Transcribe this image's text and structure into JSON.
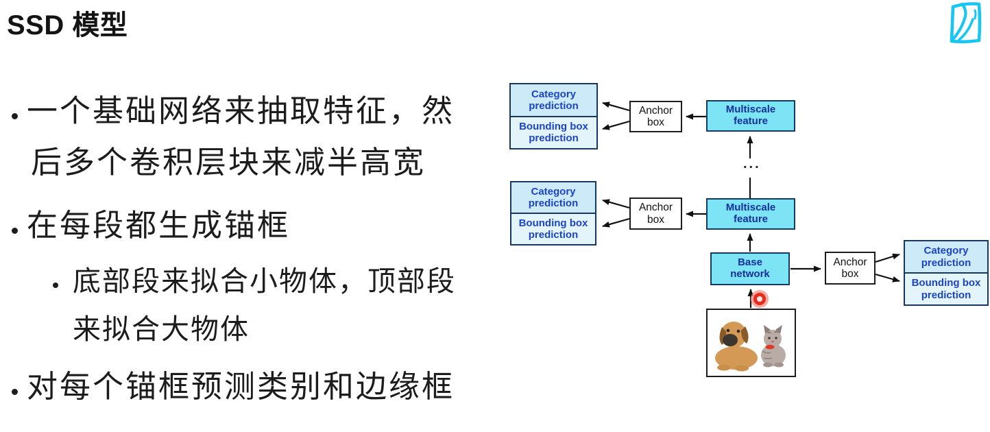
{
  "slide": {
    "title": "SSD 模型",
    "bullets": {
      "b1_line1": "一个基础网络来抽取特征，然",
      "b1_line2": "后多个卷积层块来减半高宽",
      "b2": "在每段都生成锚框",
      "sub_line1": "底部段来拟合小物体，顶部段",
      "sub_line2": "来拟合大物体",
      "b3": "对每个锚框预测类别和边缘框"
    }
  },
  "diagram": {
    "labels": {
      "category_prediction": "Category prediction",
      "bounding_box_prediction": "Bounding box prediction",
      "anchor_box": "Anchor box",
      "multiscale_feature": "Multiscale feature",
      "base_network": "Base network"
    },
    "ellipsis": "...",
    "structure": "input image -> Base network -> Multiscale feature (x2, stacked with ellipsis) ; each stage -> Anchor box -> Category prediction + Bounding box prediction"
  },
  "icons": {
    "logo": "d2l-sketch-logo",
    "pointer": "red-laser-pointer-ring",
    "input_image": "puppy-and-kitten-photo"
  },
  "colors": {
    "cyan_box_fill": "#7ce4f5",
    "light_blue_cell": "#cdeaf8",
    "lighter_blue_cell": "#e4f4fb",
    "navy_border": "#17375f",
    "prediction_text_blue": "#1b45c6",
    "feature_text_navy": "#13309d",
    "logo_cyan": "#17c6f2",
    "pointer_red": "#e62d1e",
    "arrow_black": "#111111"
  }
}
